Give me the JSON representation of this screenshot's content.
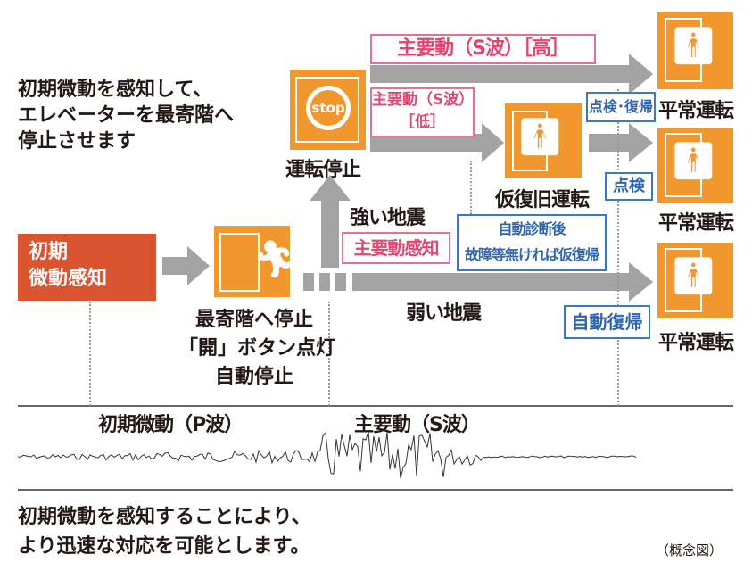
{
  "intro": [
    "初期微動を感知して、",
    "エレベーターを最寄階へ",
    "停止させます"
  ],
  "start_box": [
    "初期",
    "微動感知"
  ],
  "nearest_stop": [
    "最寄階へ停止",
    "「開」ボタン点灯",
    "自動停止"
  ],
  "stop_label": "運転停止",
  "stop_sign": "stop",
  "strong_quake": "強い地震",
  "main_detect": "主要動感知",
  "weak_quake": "弱い地震",
  "s_high": "主要動（S波）［高］",
  "s_low": [
    "主要動（S波）",
    "［低］"
  ],
  "temp_restore": "仮復旧運転",
  "auto_diag": [
    "自動診断後",
    "故障等無ければ仮復帰"
  ],
  "inspect_restore": "点検･復帰",
  "inspect": "点検",
  "auto_restore": "自動復帰",
  "normal": [
    "平常運転",
    "平常運転",
    "平常運転"
  ],
  "p_wave": "初期微動（P波）",
  "s_wave": "主要動（S波）",
  "conclusion": [
    "初期微動を感知することにより、",
    "より迅速な対応を可能とします。"
  ],
  "note": "（概念図）",
  "colors": {
    "orange": "#f0972e",
    "red": "#d9542f",
    "arrow": "#a3a3a3",
    "pink": "#e3456f",
    "blue": "#2f66ad"
  }
}
